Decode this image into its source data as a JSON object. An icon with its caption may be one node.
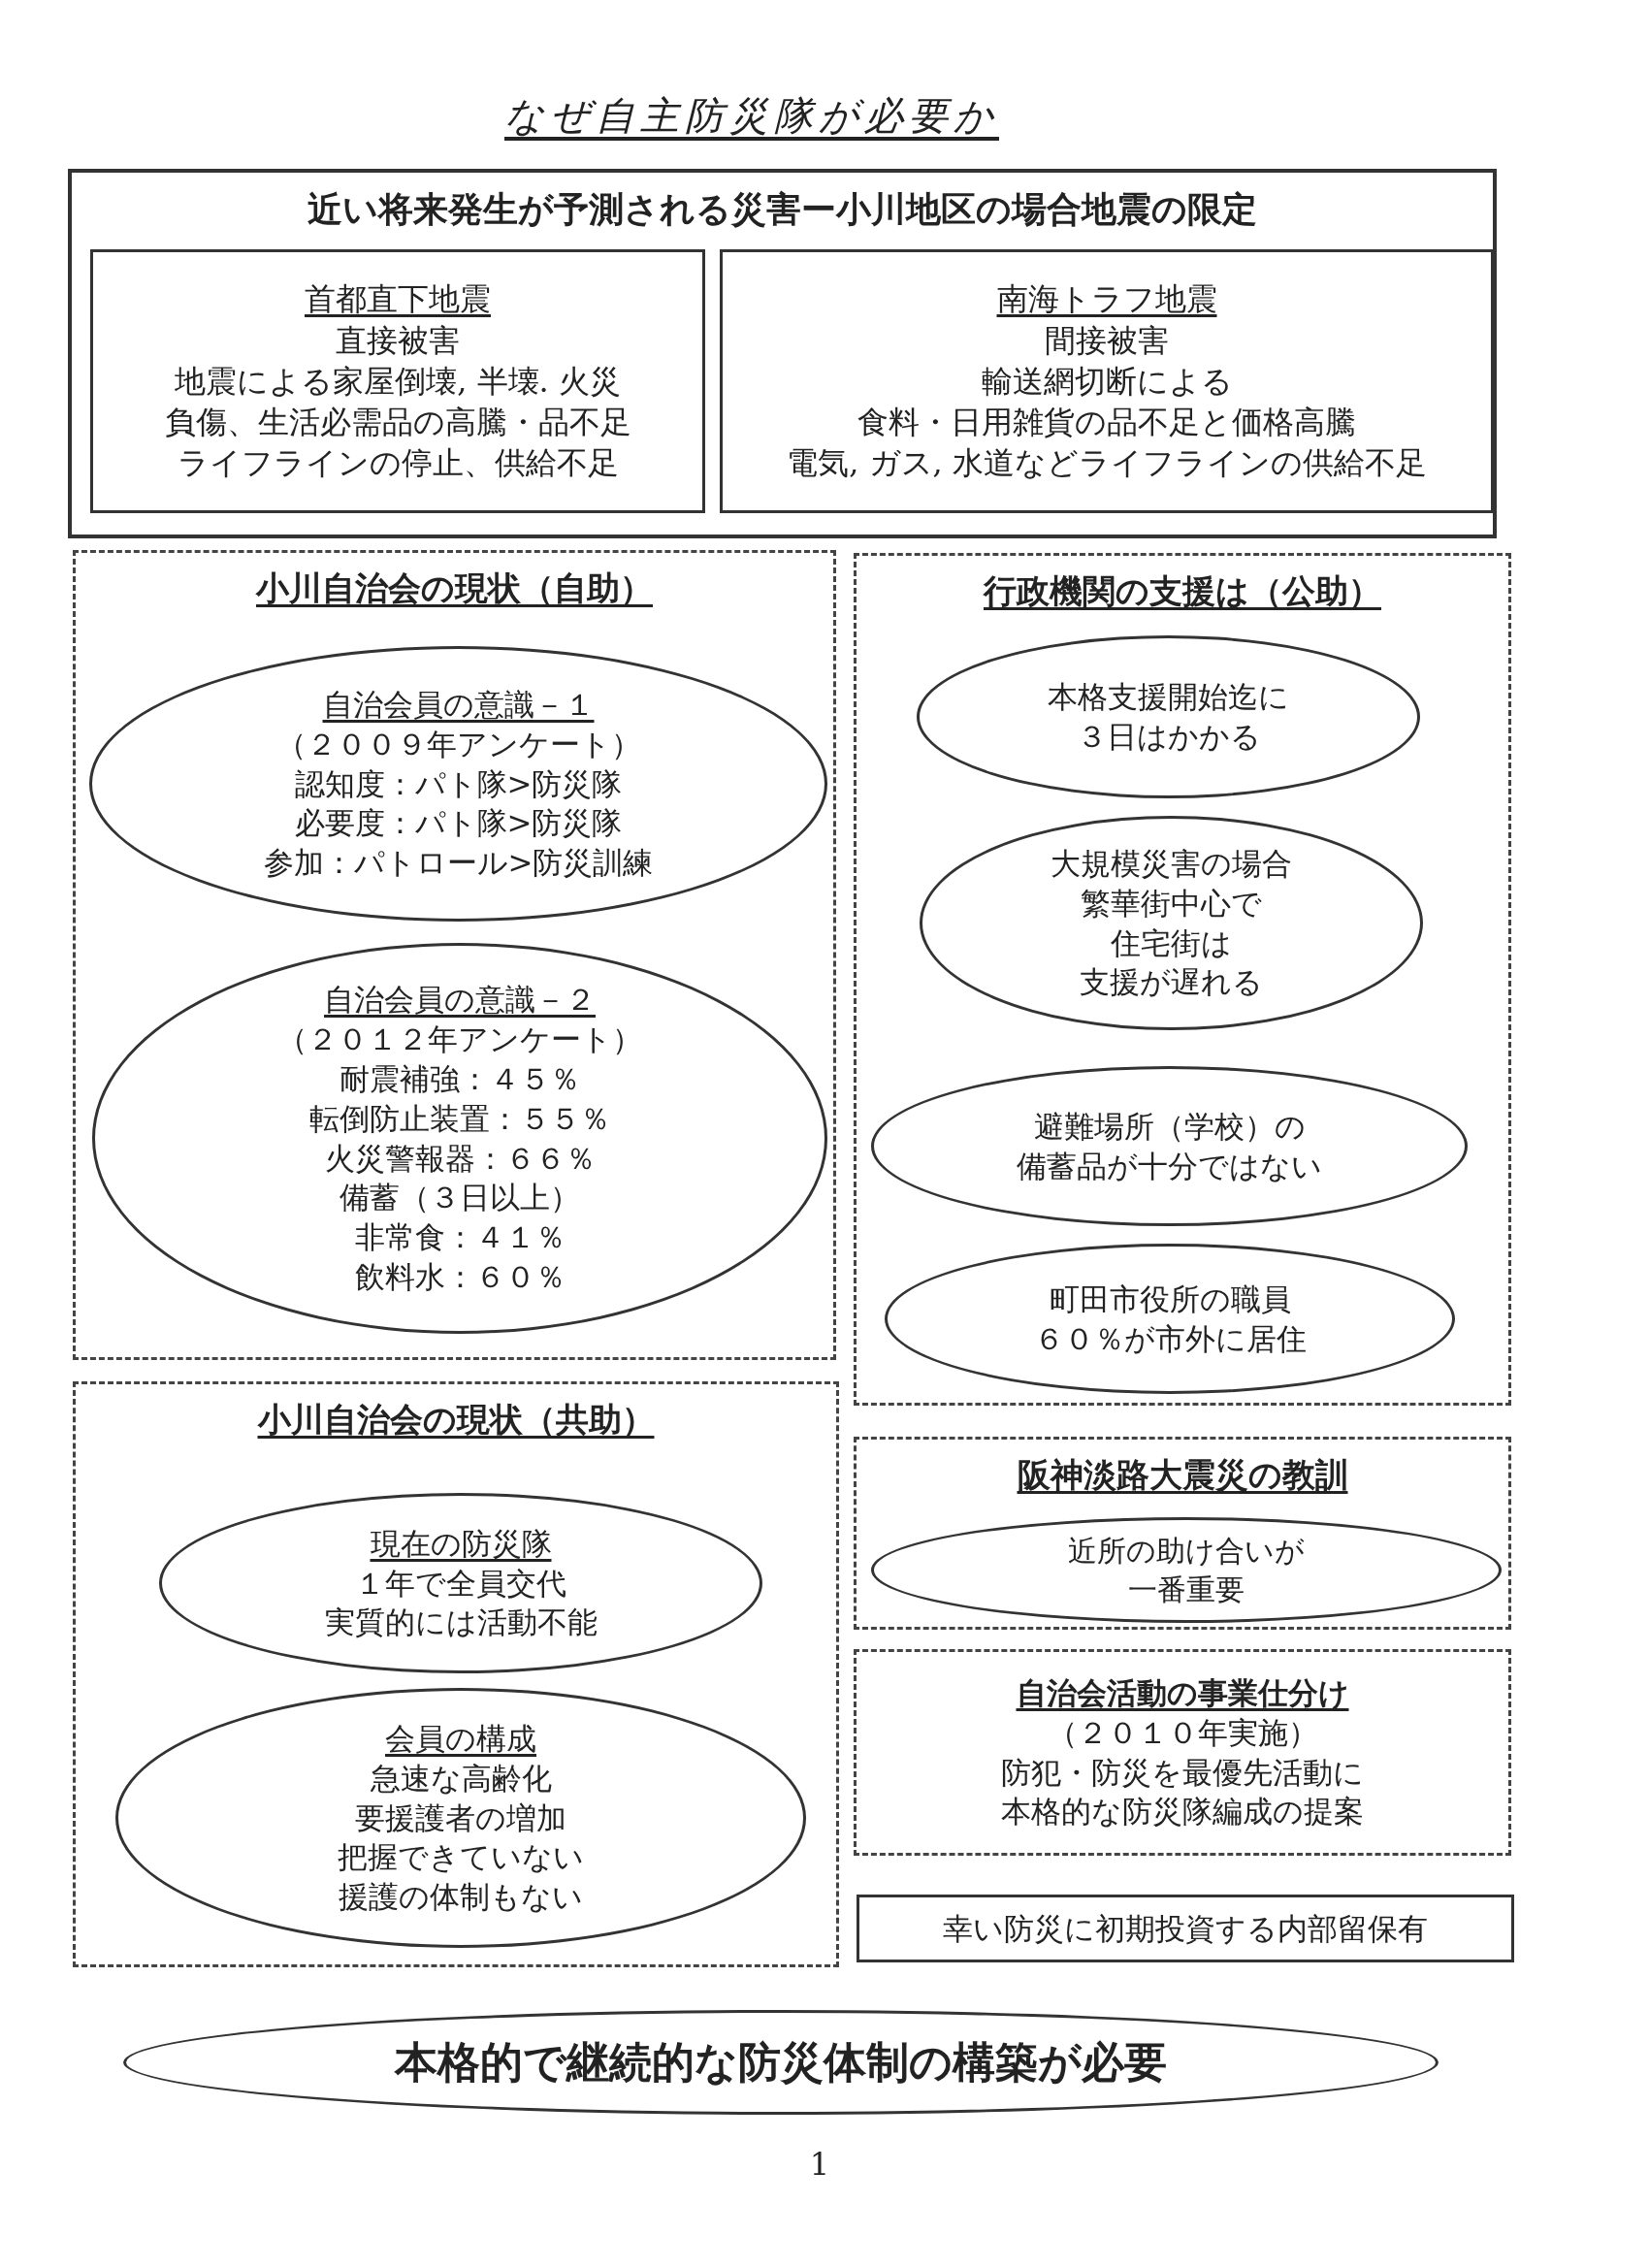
{
  "diagram": {
    "title": "なぜ自主防災隊が必要か",
    "nodes": [
      {
        "text": [
          "近い将来発生が予測される災害ー小川地区の場合地震の限定"
        ]
      },
      {
        "text": [
          "首都直下地震",
          "直接被害",
          "地震による家屋倒壊, 半壊. 火災",
          "負傷、生活必需品の高騰・品不足",
          "ライフラインの停止、供給不足"
        ],
        "in": 0
      },
      {
        "text": [
          "南海トラフ地震",
          "間接被害",
          "輸送網切断による",
          "食料・日用雑貨の品不足と価格高騰",
          "電気, ガス, 水道などライフラインの供給不足"
        ],
        "in": 0
      },
      {
        "text": [
          "小川自治会の現状（自助）"
        ]
      },
      {
        "text": [
          "自治会員の意識－１",
          "（２００９年アンケート）",
          "認知度：パト隊>防災隊",
          "必要度：パト隊>防災隊",
          "参加：パトロール>防災訓練"
        ],
        "in": 3
      },
      {
        "text": [
          "自治会員の意識－２",
          "（２０１２年アンケート）",
          "耐震補強：４５％",
          "転倒防止装置：５５％",
          "火災警報器：６６％",
          "備蓄（３日以上）",
          "非常食：４１％",
          "飲料水：６０％"
        ],
        "in": 3
      },
      {
        "text": [
          "行政機関の支援は（公助）"
        ]
      },
      {
        "text": [
          "本格支援開始迄に",
          "３日はかかる"
        ],
        "in": 6
      },
      {
        "text": [
          "大規模災害の場合",
          "繁華街中心で",
          "住宅街は",
          "支援が遅れる"
        ],
        "in": 6
      },
      {
        "text": [
          "避難場所（学校）の",
          "備蓄品が十分ではない"
        ],
        "in": 6
      },
      {
        "text": [
          "町田市役所の職員",
          "６０％が市外に居住"
        ],
        "in": 6
      },
      {
        "text": [
          "小川自治会の現状（共助）"
        ]
      },
      {
        "text": [
          "現在の防災隊",
          "１年で全員交代",
          "実質的には活動不能"
        ],
        "in": 11
      },
      {
        "text": [
          "会員の構成",
          "急速な高齢化",
          "要援護者の増加",
          "把握できていない",
          "援護の体制もない"
        ],
        "in": 11
      },
      {
        "text": [
          "阪神淡路大震災の教訓"
        ]
      },
      {
        "text": [
          "近所の助け合いが",
          "一番重要"
        ],
        "in": 14
      },
      {
        "text": [
          "自治会活動の事業仕分け",
          "（２０１０年実施）",
          "防犯・防災を最優先活動に",
          "本格的な防災隊編成の提案"
        ]
      },
      {
        "text": [
          "幸い防災に初期投資する内部留保有"
        ]
      },
      {
        "text": [
          "本格的で継続的な防災体制の構築が必要"
        ]
      }
    ],
    "labels": [
      "1"
    ]
  }
}
